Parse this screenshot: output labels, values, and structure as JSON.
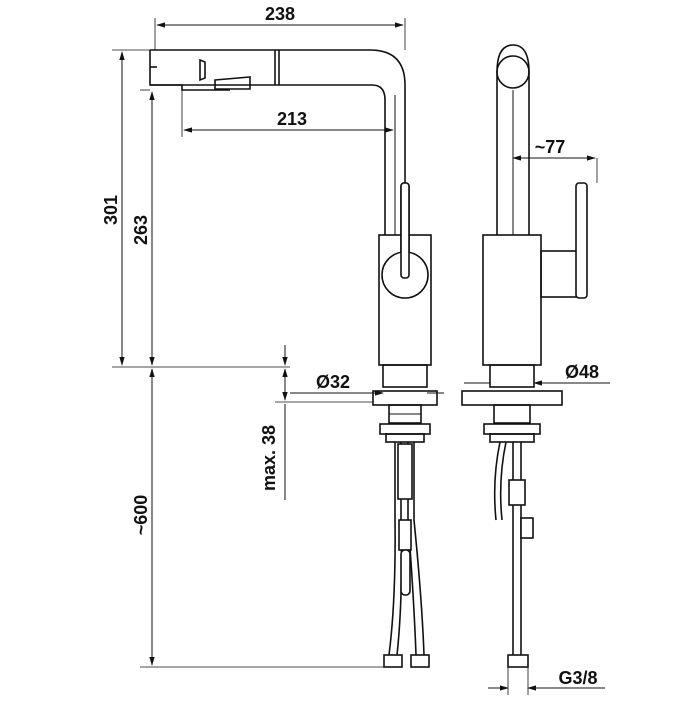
{
  "dimensions": {
    "spout_reach_total": "238",
    "spout_reach_inner": "213",
    "total_height": "301",
    "spout_height": "263",
    "handle_projection": "~77",
    "hole_diameter": "Ø32",
    "base_diameter": "Ø48",
    "max_counter_thickness": "max. 38",
    "hose_length": "~600",
    "connection_thread": "G3/8"
  }
}
